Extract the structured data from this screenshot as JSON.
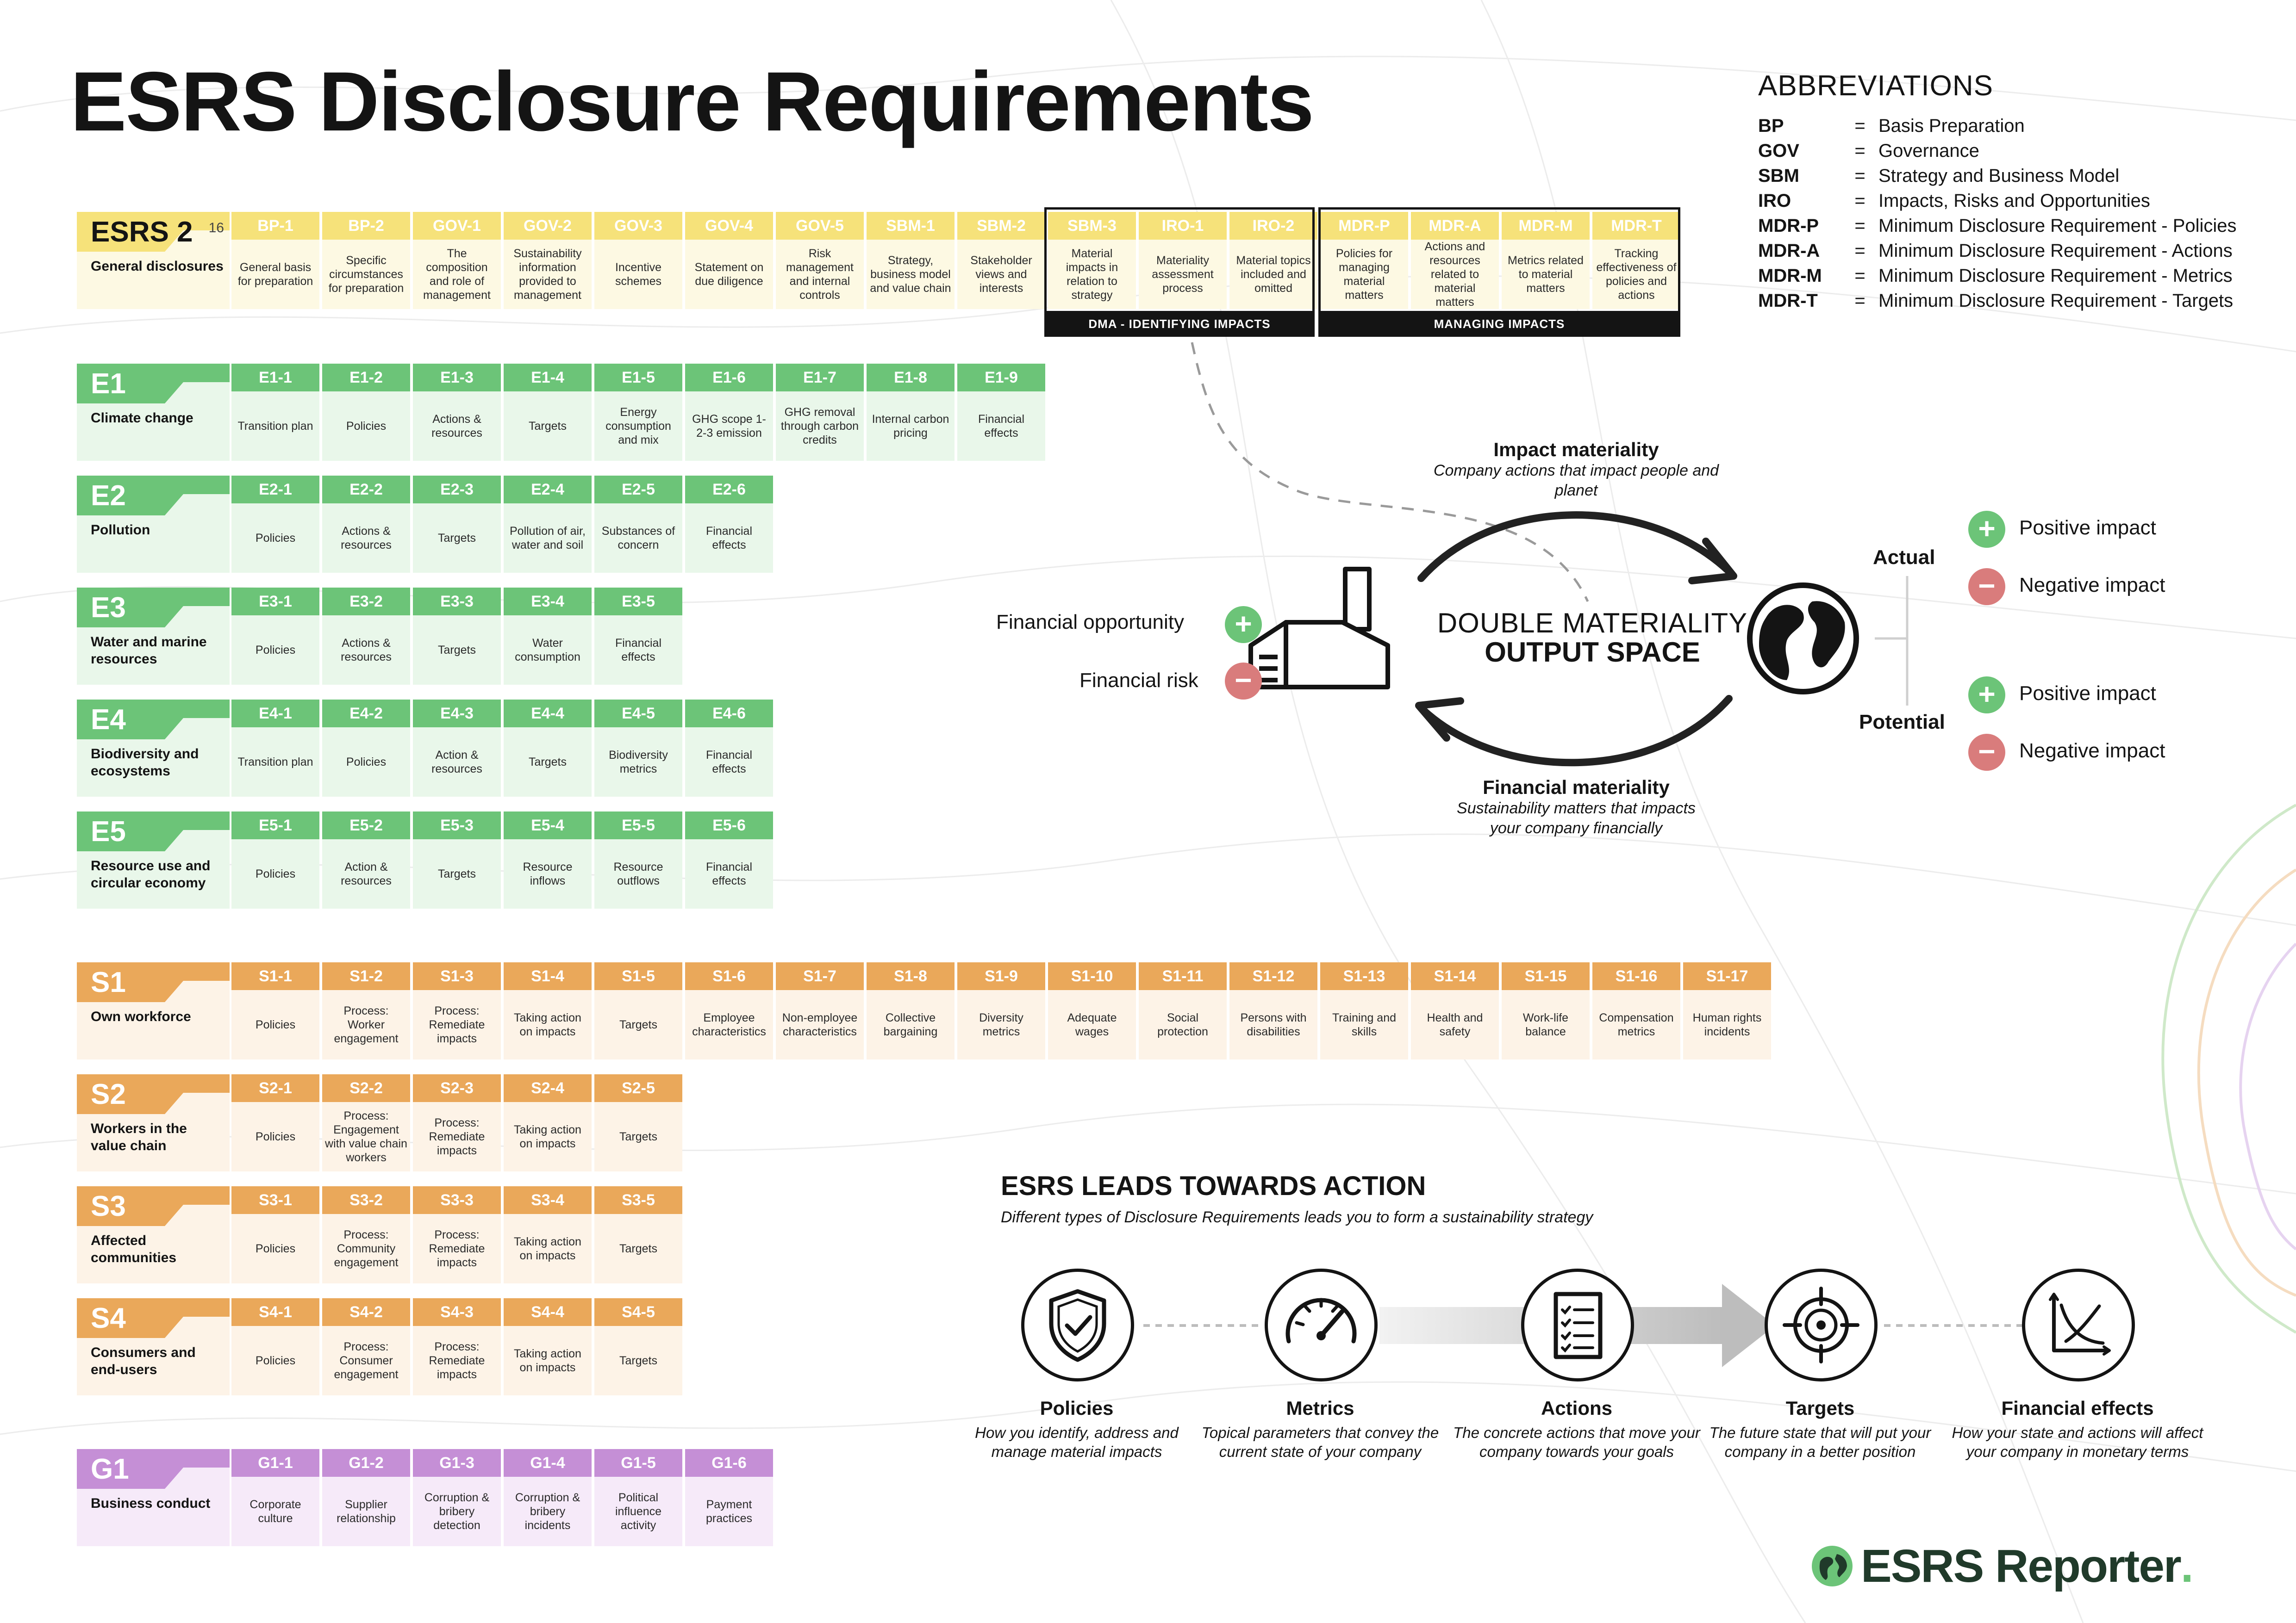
{
  "title": "ESRS Disclosure Requirements",
  "abbreviations": {
    "heading": "ABBREVIATIONS",
    "items": [
      {
        "key": "BP",
        "eq": "=",
        "value": "Basis Preparation"
      },
      {
        "key": "GOV",
        "eq": "=",
        "value": "Governance"
      },
      {
        "key": "SBM",
        "eq": "=",
        "value": "Strategy and Business Model"
      },
      {
        "key": "IRO",
        "eq": "=",
        "value": "Impacts, Risks and Opportunities"
      },
      {
        "key": "MDR-P",
        "eq": "=",
        "value": "Minimum Disclosure Requirement - Policies"
      },
      {
        "key": "MDR-A",
        "eq": "=",
        "value": "Minimum Disclosure Requirement - Actions"
      },
      {
        "key": "MDR-M",
        "eq": "=",
        "value": "Minimum Disclosure Requirement - Metrics"
      },
      {
        "key": "MDR-T",
        "eq": "=",
        "value": "Minimum Disclosure Requirement - Targets"
      }
    ]
  },
  "standards": [
    {
      "id": "esrs2",
      "group": "esrs",
      "code": "ESRS 2",
      "badge": "16",
      "name": "General disclosures",
      "items": [
        {
          "code": "BP-1",
          "desc": "General basis for preparation"
        },
        {
          "code": "BP-2",
          "desc": "Specific circumstances for preparation"
        },
        {
          "code": "GOV-1",
          "desc": "The composition and role of management"
        },
        {
          "code": "GOV-2",
          "desc": "Sustainability information provided to management"
        },
        {
          "code": "GOV-3",
          "desc": "Incentive schemes"
        },
        {
          "code": "GOV-4",
          "desc": "Statement on due diligence"
        },
        {
          "code": "GOV-5",
          "desc": "Risk management and internal controls"
        },
        {
          "code": "SBM-1",
          "desc": "Strategy, business model and value chain"
        },
        {
          "code": "SBM-2",
          "desc": "Stakeholder views and interests"
        },
        {
          "code": "SBM-3",
          "desc": "Material impacts in relation to strategy"
        },
        {
          "code": "IRO-1",
          "desc": "Materiality assessment process"
        },
        {
          "code": "IRO-2",
          "desc": "Material topics included and omitted"
        },
        {
          "code": "MDR-P",
          "desc": "Policies for managing material matters"
        },
        {
          "code": "MDR-A",
          "desc": "Actions and resources related to material matters"
        },
        {
          "code": "MDR-M",
          "desc": "Metrics related to material matters"
        },
        {
          "code": "MDR-T",
          "desc": "Tracking effectiveness of policies and actions"
        }
      ]
    },
    {
      "id": "e1",
      "group": "e",
      "code": "E1",
      "name": "Climate change",
      "items": [
        {
          "code": "E1-1",
          "desc": "Transition plan"
        },
        {
          "code": "E1-2",
          "desc": "Policies"
        },
        {
          "code": "E1-3",
          "desc": "Actions & resources"
        },
        {
          "code": "E1-4",
          "desc": "Targets"
        },
        {
          "code": "E1-5",
          "desc": "Energy consumption and mix"
        },
        {
          "code": "E1-6",
          "desc": "GHG scope 1-2-3 emission"
        },
        {
          "code": "E1-7",
          "desc": "GHG removal through carbon credits"
        },
        {
          "code": "E1-8",
          "desc": "Internal carbon pricing"
        },
        {
          "code": "E1-9",
          "desc": "Financial effects"
        }
      ]
    },
    {
      "id": "e2",
      "group": "e",
      "code": "E2",
      "name": "Pollution",
      "items": [
        {
          "code": "E2-1",
          "desc": "Policies"
        },
        {
          "code": "E2-2",
          "desc": "Actions & resources"
        },
        {
          "code": "E2-3",
          "desc": "Targets"
        },
        {
          "code": "E2-4",
          "desc": "Pollution of air, water and soil"
        },
        {
          "code": "E2-5",
          "desc": "Substances of concern"
        },
        {
          "code": "E2-6",
          "desc": "Financial effects"
        }
      ]
    },
    {
      "id": "e3",
      "group": "e",
      "code": "E3",
      "name": "Water and marine resources",
      "items": [
        {
          "code": "E3-1",
          "desc": "Policies"
        },
        {
          "code": "E3-2",
          "desc": "Actions & resources"
        },
        {
          "code": "E3-3",
          "desc": "Targets"
        },
        {
          "code": "E3-4",
          "desc": "Water consumption"
        },
        {
          "code": "E3-5",
          "desc": "Financial effects"
        }
      ]
    },
    {
      "id": "e4",
      "group": "e",
      "code": "E4",
      "name": "Biodiversity and ecosystems",
      "items": [
        {
          "code": "E4-1",
          "desc": "Transition plan"
        },
        {
          "code": "E4-2",
          "desc": "Policies"
        },
        {
          "code": "E4-3",
          "desc": "Action & resources"
        },
        {
          "code": "E4-4",
          "desc": "Targets"
        },
        {
          "code": "E4-5",
          "desc": "Biodiversity metrics"
        },
        {
          "code": "E4-6",
          "desc": "Financial effects"
        }
      ]
    },
    {
      "id": "e5",
      "group": "e",
      "code": "E5",
      "name": "Resource use and circular economy",
      "items": [
        {
          "code": "E5-1",
          "desc": "Policies"
        },
        {
          "code": "E5-2",
          "desc": "Action & resources"
        },
        {
          "code": "E5-3",
          "desc": "Targets"
        },
        {
          "code": "E5-4",
          "desc": "Resource inflows"
        },
        {
          "code": "E5-5",
          "desc": "Resource outflows"
        },
        {
          "code": "E5-6",
          "desc": "Financial effects"
        }
      ]
    },
    {
      "id": "s1",
      "group": "s",
      "code": "S1",
      "name": "Own workforce",
      "items": [
        {
          "code": "S1-1",
          "desc": "Policies"
        },
        {
          "code": "S1-2",
          "desc": "Process: Worker engagement"
        },
        {
          "code": "S1-3",
          "desc": "Process: Remediate impacts"
        },
        {
          "code": "S1-4",
          "desc": "Taking action on impacts"
        },
        {
          "code": "S1-5",
          "desc": "Targets"
        },
        {
          "code": "S1-6",
          "desc": "Employee characteristics"
        },
        {
          "code": "S1-7",
          "desc": "Non-employee characteristics"
        },
        {
          "code": "S1-8",
          "desc": "Collective bargaining"
        },
        {
          "code": "S1-9",
          "desc": "Diversity metrics"
        },
        {
          "code": "S1-10",
          "desc": "Adequate wages"
        },
        {
          "code": "S1-11",
          "desc": "Social protection"
        },
        {
          "code": "S1-12",
          "desc": "Persons with disabilities"
        },
        {
          "code": "S1-13",
          "desc": "Training and skills"
        },
        {
          "code": "S1-14",
          "desc": "Health and safety"
        },
        {
          "code": "S1-15",
          "desc": "Work-life balance"
        },
        {
          "code": "S1-16",
          "desc": "Compensation metrics"
        },
        {
          "code": "S1-17",
          "desc": "Human rights incidents"
        }
      ]
    },
    {
      "id": "s2",
      "group": "s",
      "code": "S2",
      "name": "Workers in the value chain",
      "items": [
        {
          "code": "S2-1",
          "desc": "Policies"
        },
        {
          "code": "S2-2",
          "desc": "Process: Engagement with value chain workers"
        },
        {
          "code": "S2-3",
          "desc": "Process: Remediate impacts"
        },
        {
          "code": "S2-4",
          "desc": "Taking action on impacts"
        },
        {
          "code": "S2-5",
          "desc": "Targets"
        }
      ]
    },
    {
      "id": "s3",
      "group": "s",
      "code": "S3",
      "name": "Affected communities",
      "items": [
        {
          "code": "S3-1",
          "desc": "Policies"
        },
        {
          "code": "S3-2",
          "desc": "Process: Community engagement"
        },
        {
          "code": "S3-3",
          "desc": "Process: Remediate impacts"
        },
        {
          "code": "S3-4",
          "desc": "Taking action on impacts"
        },
        {
          "code": "S3-5",
          "desc": "Targets"
        }
      ]
    },
    {
      "id": "s4",
      "group": "s",
      "code": "S4",
      "name": "Consumers and end-users",
      "items": [
        {
          "code": "S4-1",
          "desc": "Policies"
        },
        {
          "code": "S4-2",
          "desc": "Process: Consumer engagement"
        },
        {
          "code": "S4-3",
          "desc": "Process: Remediate impacts"
        },
        {
          "code": "S4-4",
          "desc": "Taking action on impacts"
        },
        {
          "code": "S4-5",
          "desc": "Targets"
        }
      ]
    },
    {
      "id": "g1",
      "group": "g",
      "code": "G1",
      "name": "Business conduct",
      "items": [
        {
          "code": "G1-1",
          "desc": "Corporate culture"
        },
        {
          "code": "G1-2",
          "desc": "Supplier relationship"
        },
        {
          "code": "G1-3",
          "desc": "Corruption & bribery detection"
        },
        {
          "code": "G1-4",
          "desc": "Corruption & bribery incidents"
        },
        {
          "code": "G1-5",
          "desc": "Political influence activity"
        },
        {
          "code": "G1-6",
          "desc": "Payment practices"
        }
      ]
    }
  ],
  "dma_groups": {
    "identifying": "DMA - IDENTIFYING IMPACTS",
    "managing": "MANAGING IMPACTS"
  },
  "double_materiality": {
    "center_line1": "DOUBLE MATERIALITY",
    "center_line2": "OUTPUT SPACE",
    "impact_title": "Impact materiality",
    "impact_sub": "Company actions that impact people and planet",
    "financial_title": "Financial materiality",
    "financial_sub": "Sustainability matters that impacts your company financially",
    "financial_opportunity": "Financial opportunity",
    "financial_risk": "Financial risk",
    "actual": "Actual",
    "potential": "Potential",
    "actual_positive": "Positive impact",
    "actual_negative": "Negative impact",
    "potential_positive": "Positive impact",
    "potential_negative": "Negative impact",
    "plus_sign": "+",
    "minus_sign": "−"
  },
  "action": {
    "title": "ESRS LEADS TOWARDS ACTION",
    "subtitle": "Different types of Disclosure Requirements leads you to form a sustainability strategy",
    "steps": [
      {
        "icon": "shield-check-icon",
        "title": "Policies",
        "desc": "How you identify, address and manage material impacts"
      },
      {
        "icon": "gauge-icon",
        "title": "Metrics",
        "desc": "Topical parameters that convey the current state of your company"
      },
      {
        "icon": "checklist-icon",
        "title": "Actions",
        "desc": "The concrete actions that move your company towards your goals"
      },
      {
        "icon": "target-icon",
        "title": "Targets",
        "desc": "The future state that will put your company in a better position"
      },
      {
        "icon": "chart-icon",
        "title": "Financial effects",
        "desc": "How your state and actions will affect your company in monetary terms"
      }
    ]
  },
  "logo": {
    "text": "ESRS Reporter",
    "dot": "."
  },
  "colors": {
    "esrs": "#f6e27a",
    "environment": "#6cc478",
    "social": "#eaa85a",
    "governance": "#c58fd6",
    "positive": "#6cc478",
    "negative": "#d97c7c",
    "brand": "#203a2a"
  }
}
